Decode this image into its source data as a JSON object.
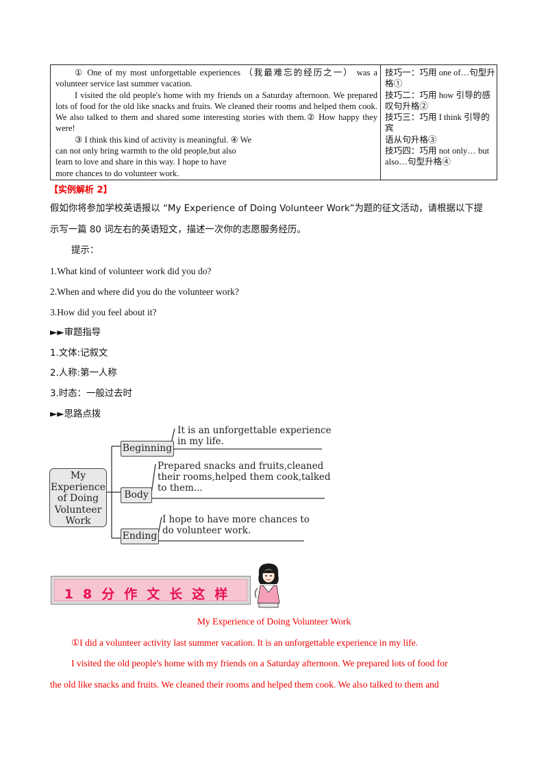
{
  "table": {
    "left_lines": [
      "① One of my most unforgettable experiences （我最难忘的经历之一） was a volunteer service last summer vacation.",
      "I visited the old people's home with my friends on a Saturday afternoon. We prepared lots of food for the old like snacks and fruits. We cleaned their rooms and helped them cook. We also talked to them and shared some interesting stories with them.② How happy they were!",
      "③ I think this kind of activity is meaningful. ④ We",
      "can not only bring warmth to the old people,but also",
      "learn to love and share in this way.    I hope to have",
      "more chances to do volunteer work."
    ],
    "tips": [
      "技巧一：巧用 one of…句型升格①",
      "技巧二：巧用 how 引导的感叹句升格②",
      "技巧三：巧用 I think 引导的宾",
      "语从句升格③",
      "技巧四：巧用 not only… but also…句型升格④"
    ]
  },
  "example_label": "【实例解析 2】",
  "prompt": {
    "line1": "假如你将参加学校英语报以 “My Experience of Doing Volunteer Work”为题的征文活动，请根据以下提",
    "line2": "示写一篇 80 词左右的英语短文，描述一次你的志愿服务经历。",
    "hint_label": "提示：",
    "q1": "1.What kind of volunteer work did you do?",
    "q2": "2.When and where did you do the volunteer work?",
    "q3": "3.How did you feel about it?"
  },
  "guide": {
    "title": "►►审题指导",
    "items": [
      "1.文体:记叙文",
      "2.人称:第一人称",
      "3.时态：一般过去时"
    ]
  },
  "thinking": {
    "title": "►►思路点拨"
  },
  "mindmap": {
    "center_lines": [
      "My",
      "Experience",
      "of Doing",
      "Volunteer",
      "Work"
    ],
    "beginning_label": "Beginning",
    "beginning_lines": [
      "It is an unforgettable experience",
      "in my life."
    ],
    "body_label": "Body",
    "body_lines": [
      "Prepared snacks and fruits,cleaned",
      "their rooms,helped them cook,talked",
      "to them..."
    ],
    "ending_label": "Ending",
    "ending_lines": [
      "I hope to have more chances to",
      "do volunteer work."
    ]
  },
  "banner": {
    "text": "18分作文长这样"
  },
  "essay": {
    "title": "My Experience of Doing Volunteer Work",
    "p1": "①I did a volunteer activity last summer vacation. It is an unforgettable experience in my life.",
    "p2_line1": "I visited the old people's home with my friends on a Saturday afternoon. We prepared lots of food for",
    "p2_line2": "the old like snacks and fruits. We cleaned their rooms and helped them cook. We also talked to them and"
  },
  "colors": {
    "red": "#e00000",
    "banner_pink": "#f7c5d2",
    "banner_text": "#e8104e"
  }
}
